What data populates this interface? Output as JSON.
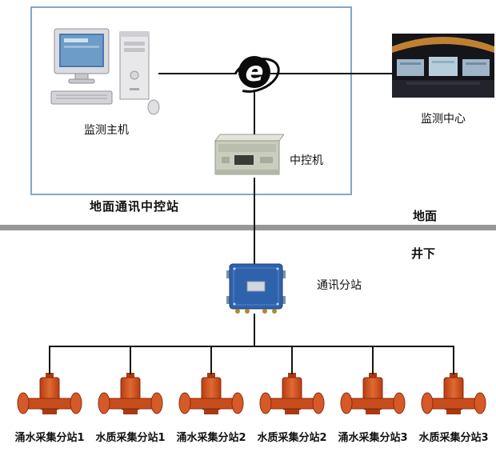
{
  "diagram": {
    "ground_box_label": "地面通讯中控站",
    "monitor_host_label": "监测主机",
    "monitor_center_label": "监测中心",
    "control_machine_label": "中控机",
    "surface_label": "地面",
    "underground_label": "井下",
    "substation_label": "通讯分站",
    "network_glyph": "e"
  },
  "devices": [
    {
      "label": "涌水采集分站1"
    },
    {
      "label": "水质采集分站1"
    },
    {
      "label": "涌水采集分站2"
    },
    {
      "label": "水质采集分站2"
    },
    {
      "label": "涌水采集分站3"
    },
    {
      "label": "水质采集分站3"
    }
  ],
  "colors": {
    "line": "#151515",
    "divider": "#979797",
    "ground_box_border": "#7fa8c9",
    "substation_blue": "#2e62ad",
    "device_orange": "#c84d1d"
  }
}
